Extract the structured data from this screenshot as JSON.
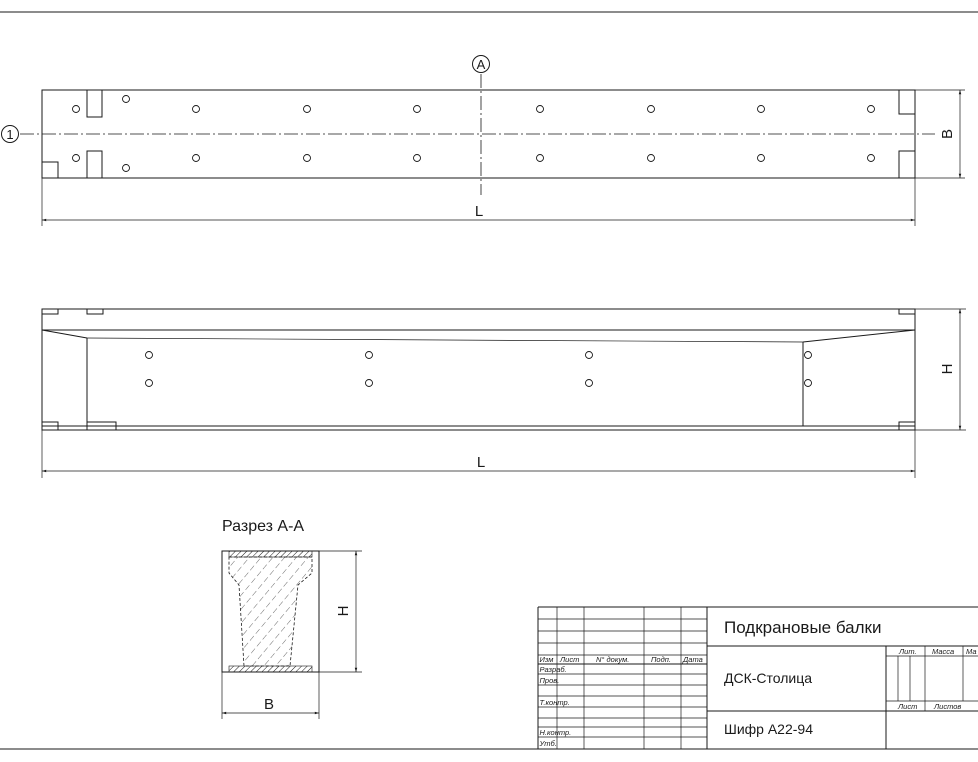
{
  "plan": {
    "axis_label_top": "A",
    "axis_label_left": "1",
    "dim_width": "B",
    "dim_length": "L"
  },
  "elevation": {
    "dim_height": "H",
    "dim_length": "L"
  },
  "section": {
    "title": "Разрез А-А",
    "dim_height": "H",
    "dim_width": "B"
  },
  "stamp": {
    "title": "Подкрановые балки",
    "organization": "ДСК-Столица",
    "code": "Шифр А22-94",
    "col_izm": "Изм",
    "col_list": "Лист",
    "col_doc": "N° докум.",
    "col_sign": "Подп.",
    "col_date": "Дата",
    "row_razrab": "Разраб.",
    "row_prov": "Пров.",
    "row_tkontr": "Т.контр.",
    "row_nkontr": "Н.контр.",
    "row_utv": "Утб.",
    "lit": "Лит.",
    "massa": "Масса",
    "masshtab": "Ма",
    "list": "Лист",
    "listov": "Листов"
  }
}
